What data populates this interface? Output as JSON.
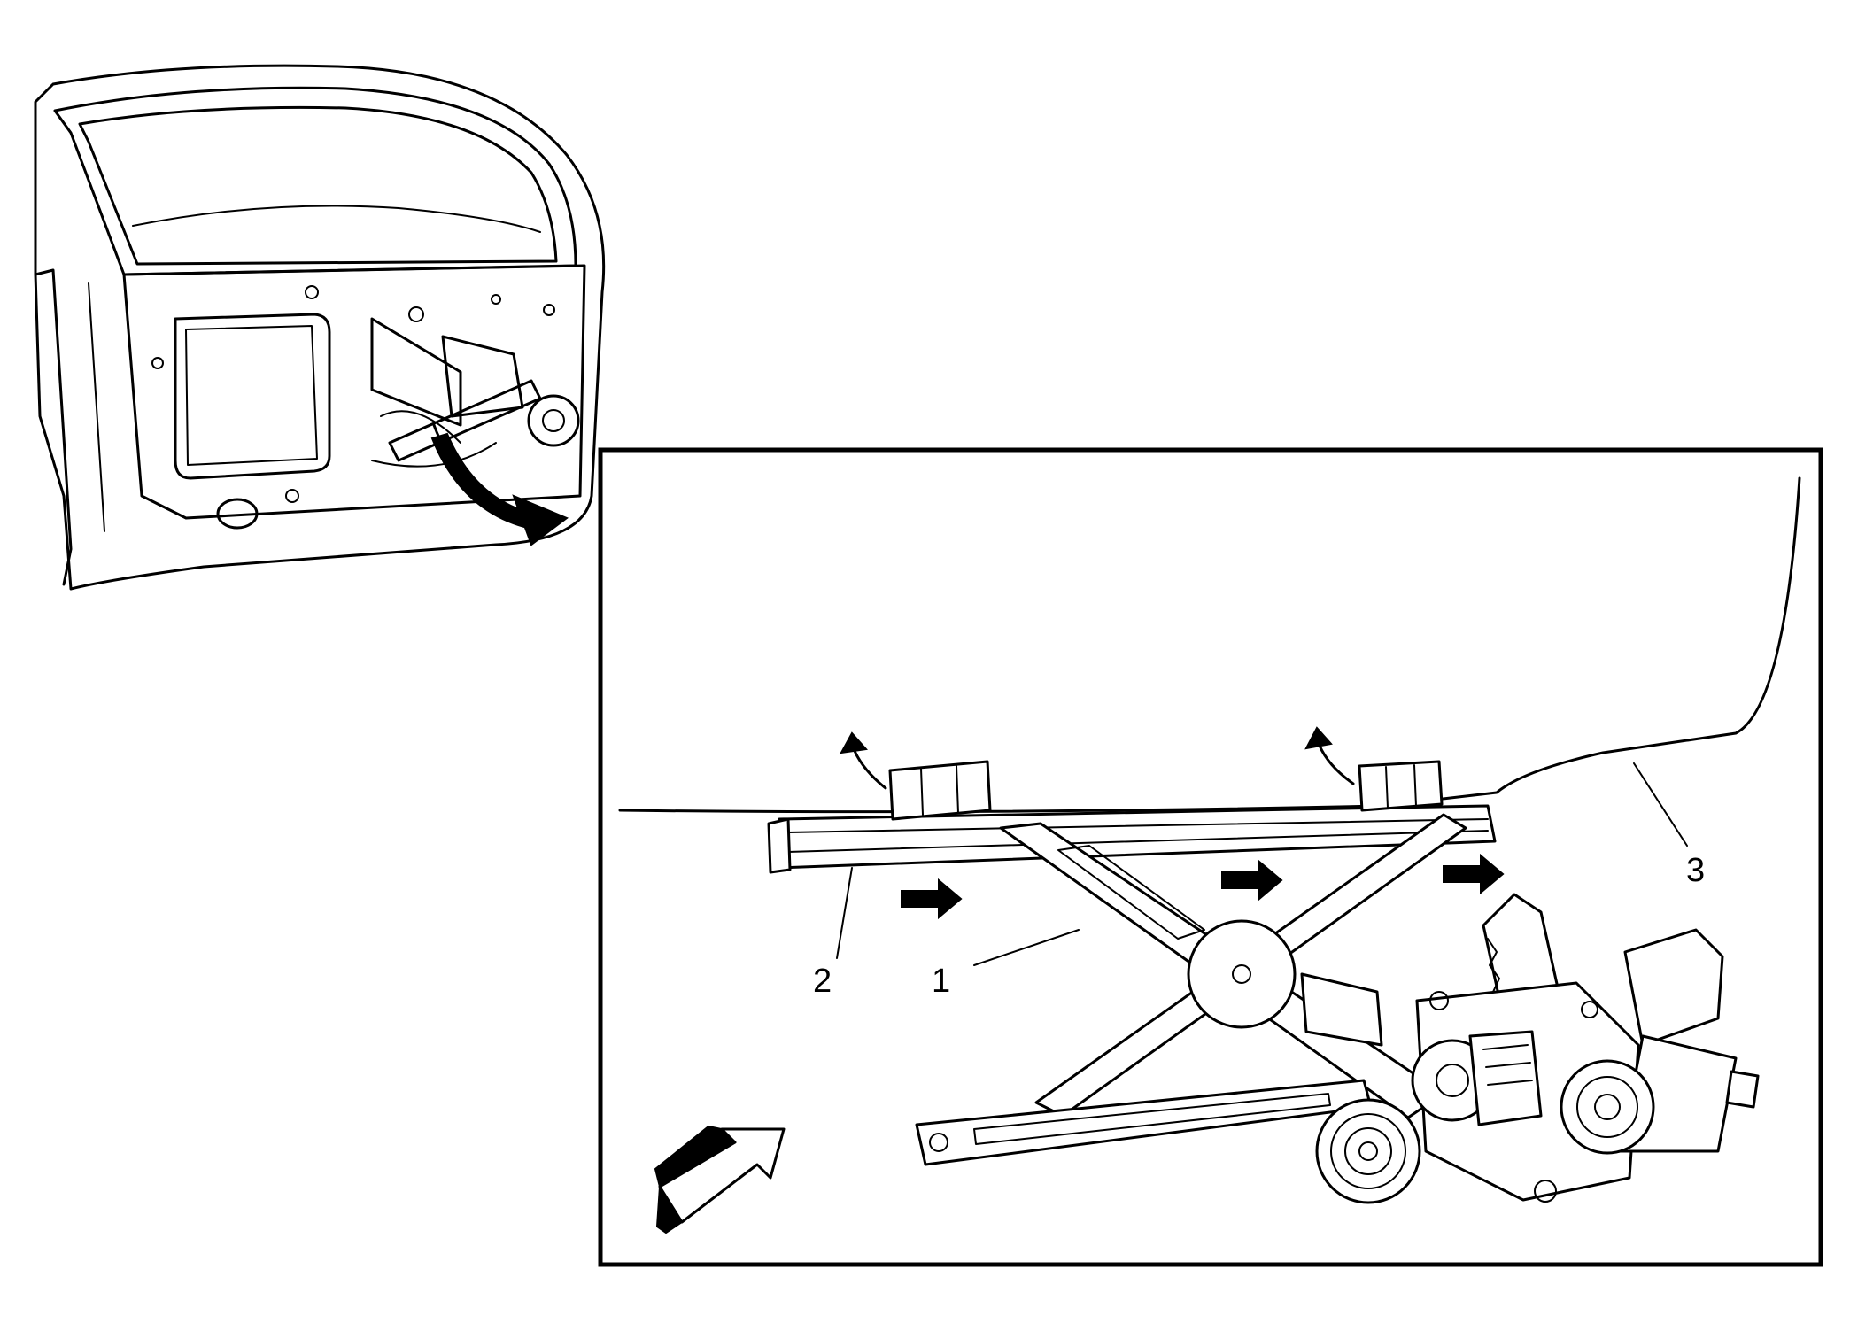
{
  "callouts": [
    {
      "id": "1",
      "label": "1"
    },
    {
      "id": "2",
      "label": "2"
    },
    {
      "id": "3",
      "label": "3"
    }
  ],
  "colors": {
    "ink": "#000000",
    "background": "#ffffff"
  },
  "icons": [
    "door-overview",
    "detail-zoom-arrow",
    "window-regulator",
    "regulator-motor",
    "direction-arrow",
    "view-direction-arrow"
  ]
}
